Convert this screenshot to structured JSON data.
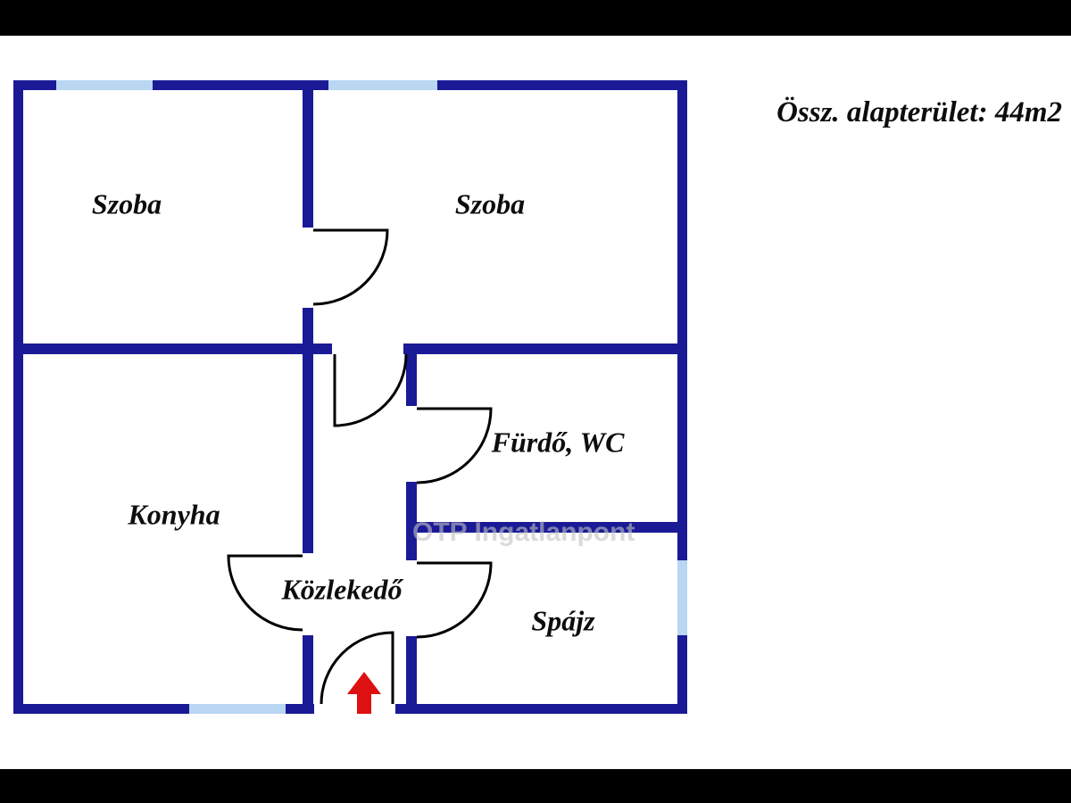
{
  "header": {
    "total_area_label": "Össz. alapterület: 44m2"
  },
  "rooms": {
    "room_top_left": "Szoba",
    "room_top_right": "Szoba",
    "kitchen": "Konyha",
    "bathroom": "Fürdő, WC",
    "hallway": "Közlekedő",
    "pantry": "Spájz"
  },
  "watermark": "OTP Ingatlanpont",
  "entrance": {
    "direction": "up"
  },
  "colors": {
    "wall": "#1a1a96",
    "window": "#b9d6f2",
    "arrow": "#dd1111",
    "label": "#0d0d0d",
    "watermark": "#c3c3c3",
    "background": "#ffffff",
    "letterbox": "#000000"
  }
}
